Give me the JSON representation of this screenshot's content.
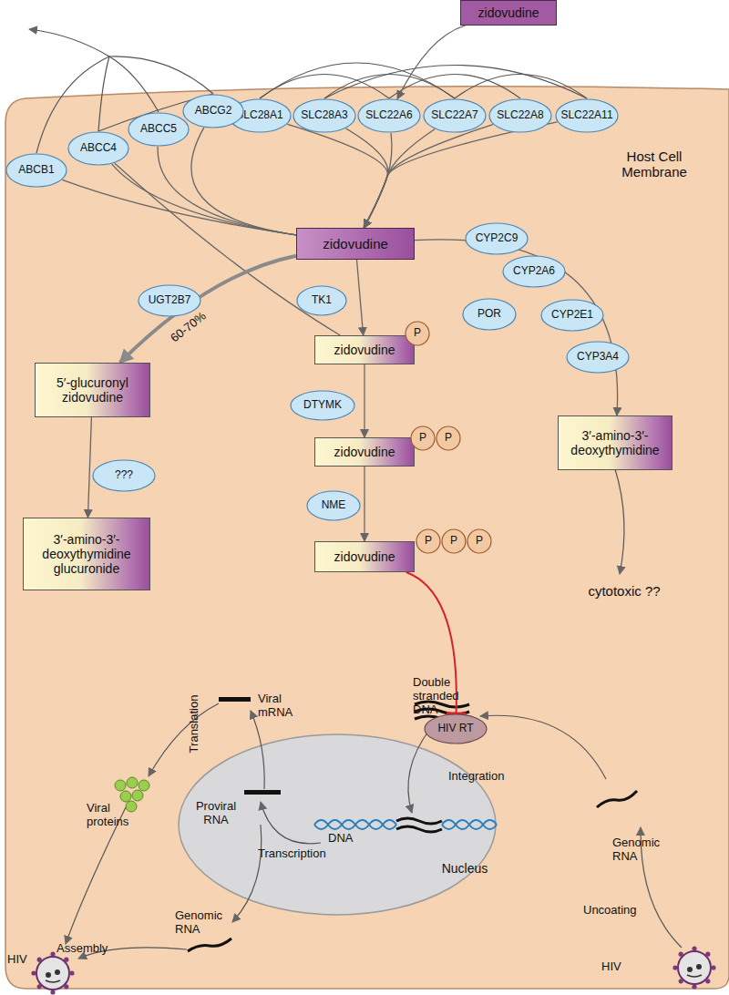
{
  "diagram": {
    "nodes": [
      {
        "text": [
          "zidovudine"
        ]
      },
      {
        "text": [
          "Host Cell Membrane"
        ]
      },
      {
        "text": [
          "SLC28A1"
        ]
      },
      {
        "text": [
          "SLC28A3"
        ]
      },
      {
        "text": [
          "SLC22A6"
        ]
      },
      {
        "text": [
          "SLC22A7"
        ]
      },
      {
        "text": [
          "SLC22A8"
        ]
      },
      {
        "text": [
          "SLC22A11"
        ]
      },
      {
        "text": [
          "ABCB1"
        ]
      },
      {
        "text": [
          "ABCC4"
        ]
      },
      {
        "text": [
          "ABCC5"
        ]
      },
      {
        "text": [
          "ABCG2"
        ]
      },
      {
        "text": [
          "zidovudine"
        ],
        "in": 1
      },
      {
        "text": [
          "CYP2C9"
        ],
        "in": 1
      },
      {
        "text": [
          "CYP2A6"
        ],
        "in": 1
      },
      {
        "text": [
          "POR"
        ],
        "in": 1
      },
      {
        "text": [
          "CYP2E1"
        ],
        "in": 1
      },
      {
        "text": [
          "CYP3A4"
        ],
        "in": 1
      },
      {
        "text": [
          "UGT2B7"
        ],
        "in": 1
      },
      {
        "text": [
          "TK1"
        ],
        "in": 1
      },
      {
        "text": [
          "zidovudine"
        ],
        "in": 1
      },
      {
        "text": [
          "P"
        ],
        "in": 1
      },
      {
        "text": [
          "DTYMK"
        ],
        "in": 1
      },
      {
        "text": [
          "zidovudine"
        ],
        "in": 1
      },
      {
        "text": [
          "P"
        ],
        "in": 1
      },
      {
        "text": [
          "P"
        ],
        "in": 1
      },
      {
        "text": [
          "NME"
        ],
        "in": 1
      },
      {
        "text": [
          "zidovudine"
        ],
        "in": 1
      },
      {
        "text": [
          "P"
        ],
        "in": 1
      },
      {
        "text": [
          "P"
        ],
        "in": 1
      },
      {
        "text": [
          "P"
        ],
        "in": 1
      },
      {
        "text": [
          "5′-glucuronyl zidovudine"
        ],
        "in": 1
      },
      {
        "text": [
          "???"
        ],
        "in": 1
      },
      {
        "text": [
          "3′-amino-3′-deoxythymidine glucuronide"
        ],
        "in": 1
      },
      {
        "text": [
          "3′-amino-3′-deoxythymidine"
        ],
        "in": 1
      },
      {
        "text": [
          "HIV RT"
        ],
        "in": 1
      },
      {
        "text": [
          "Nucleus"
        ],
        "in": 1
      }
    ],
    "edges": [
      {
        "from": 0,
        "to": 4,
        "arrow": "to"
      },
      {
        "from": 2,
        "to": 12,
        "arrow": "to"
      },
      {
        "from": 3,
        "to": 12,
        "arrow": "to"
      },
      {
        "from": 4,
        "to": 12,
        "arrow": "to"
      },
      {
        "from": 5,
        "to": 12,
        "arrow": "to"
      },
      {
        "from": 6,
        "to": 12,
        "arrow": "to"
      },
      {
        "from": 7,
        "to": 12,
        "arrow": "to"
      },
      {
        "from": 12,
        "to": 8,
        "arrow": "none"
      },
      {
        "from": 12,
        "to": 9,
        "arrow": "none"
      },
      {
        "from": 12,
        "to": 10,
        "arrow": "none"
      },
      {
        "from": 12,
        "to": 11,
        "arrow": "none"
      },
      {
        "from": 20,
        "to": 9,
        "arrow": "none"
      },
      {
        "from": 12,
        "to": 31,
        "label": "60-70%",
        "arrow": "to"
      },
      {
        "from": 12,
        "to": 20,
        "arrow": "to"
      },
      {
        "from": 20,
        "to": 23,
        "arrow": "to"
      },
      {
        "from": 23,
        "to": 27,
        "arrow": "to"
      },
      {
        "from": 31,
        "to": 33,
        "arrow": "to"
      },
      {
        "from": 12,
        "to": 34,
        "arrow": "to"
      },
      {
        "from": 27,
        "to": 35,
        "arrow": "to"
      }
    ],
    "labels": [
      "cytotoxic ??",
      "Viral mRNA",
      "Translation",
      "Viral proteins",
      "Proviral RNA",
      "Transcription",
      "DNA",
      "Integration",
      "Double stranded DNA",
      "Genomic RNA",
      "Uncoating",
      "HIV",
      "Genomic RNA",
      "Assembly",
      "HIV"
    ]
  }
}
